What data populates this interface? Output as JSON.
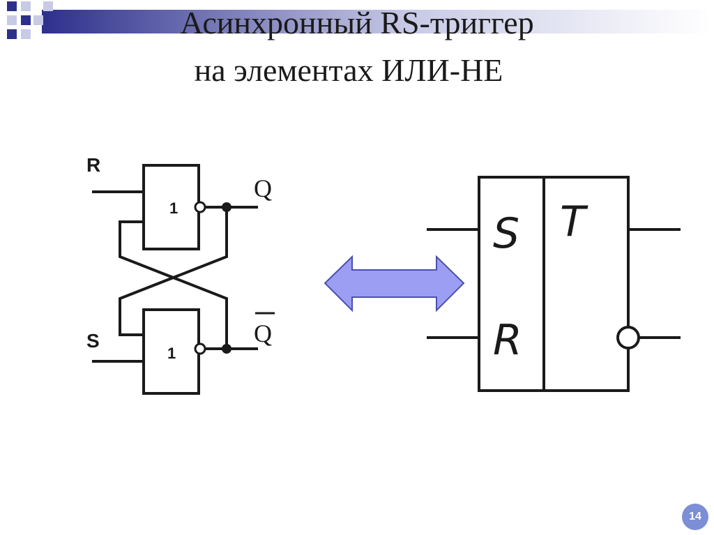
{
  "slide": {
    "title_line1": "Асинхронный RS-триггер",
    "title_line2": "на элементах ИЛИ-НЕ",
    "page_number": "14"
  },
  "circuit": {
    "input_r": "R",
    "input_s": "S",
    "gate_top_label": "1",
    "gate_bottom_label": "1",
    "output_q": "Q",
    "output_q_bar": "Q"
  },
  "symbol": {
    "input_s": "S",
    "input_r": "R",
    "type_label": "T"
  },
  "colors": {
    "arrow_fill": "#9b9ef2",
    "arrow_stroke": "#4a4fb0",
    "page_badge": "#7b8ed6"
  }
}
